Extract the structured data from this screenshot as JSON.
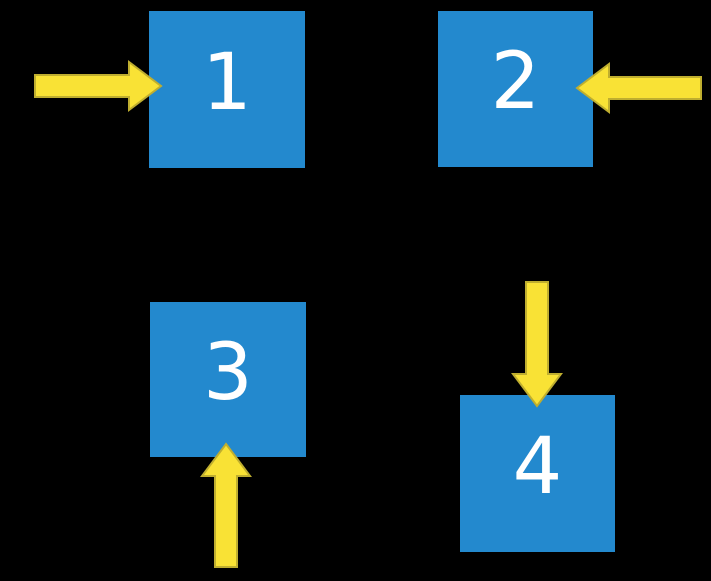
{
  "figure": {
    "background": "#000000",
    "box_color": "#2389CE",
    "arrow_color": "#F9E235",
    "arrow_outline_color": "#BFAE2F",
    "number_color": "#FFFFFF",
    "boxes": [
      {
        "number": "1",
        "arrow": "arrow-from-left-pointing-right"
      },
      {
        "number": "2",
        "arrow": "arrow-from-right-pointing-left"
      },
      {
        "number": "3",
        "arrow": "arrow-from-below-pointing-up"
      },
      {
        "number": "4",
        "arrow": "arrow-from-above-pointing-down"
      }
    ]
  }
}
